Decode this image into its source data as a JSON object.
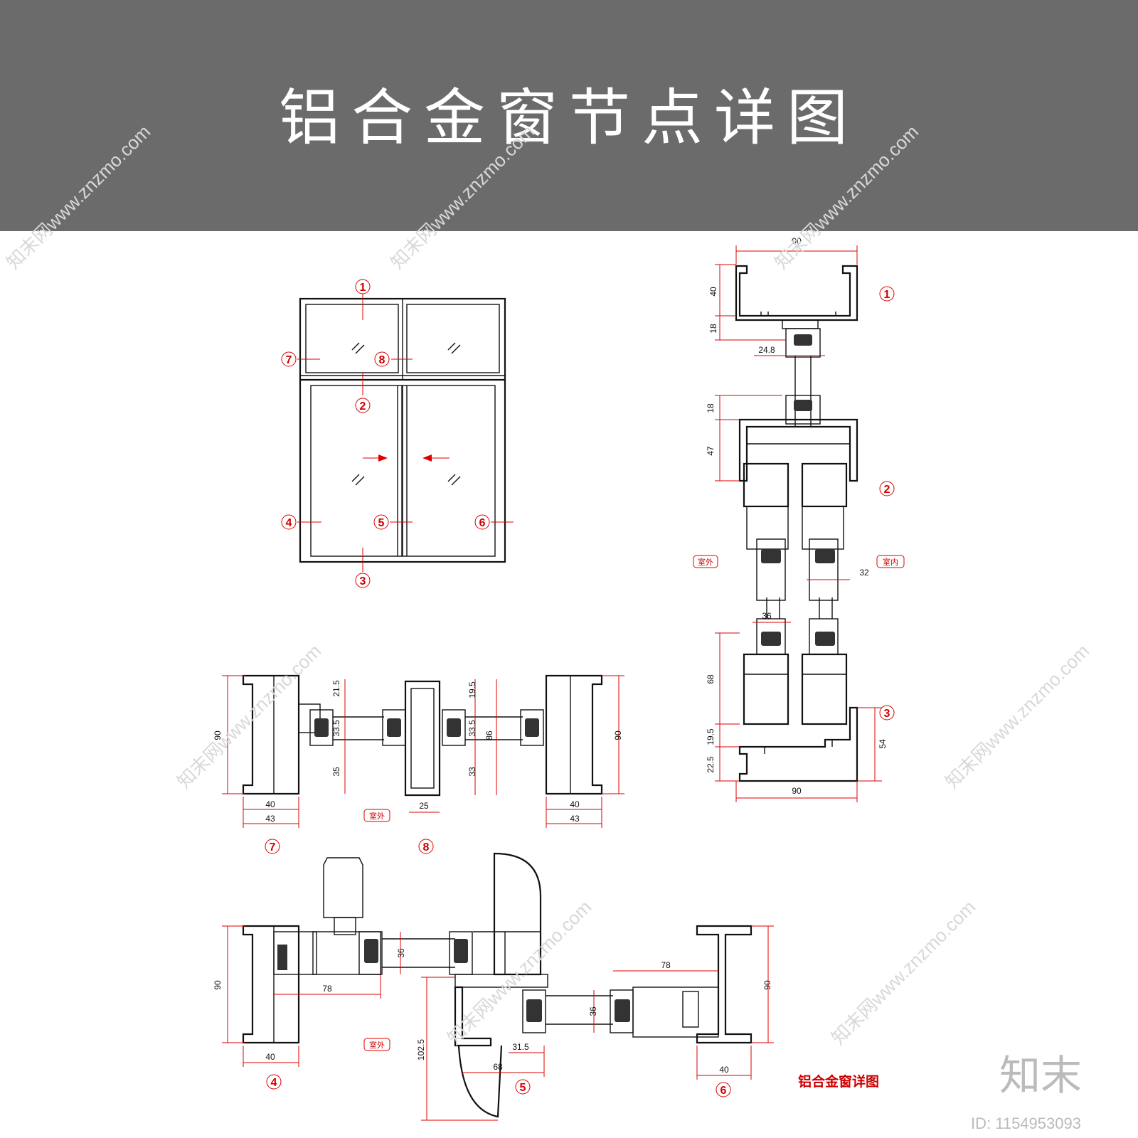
{
  "header": {
    "title": "铝合金窗节点详图"
  },
  "callouts": [
    "1",
    "2",
    "3",
    "4",
    "5",
    "6",
    "7",
    "8"
  ],
  "labels": {
    "outside": "室外",
    "inside": "室内"
  },
  "dims": {
    "d90": "90",
    "d40": "40",
    "d18": "18",
    "d24_8": "24.8",
    "d47": "47",
    "d32": "32",
    "d36": "36",
    "d68": "68",
    "d19_5": "19.5",
    "d22_5": "22.5",
    "d54": "54",
    "d21_5": "21.5",
    "d33_5": "33.5",
    "d35": "35",
    "d43": "43",
    "d25": "25",
    "d33": "33",
    "d86": "86",
    "d78": "78",
    "d102_5": "102.5",
    "d31_5": "31.5"
  },
  "caption": "铝合金窗详图",
  "watermark": {
    "brand": "知末",
    "asset_id": "ID: 1154953093",
    "site": "知末网www.znzmo.com"
  }
}
